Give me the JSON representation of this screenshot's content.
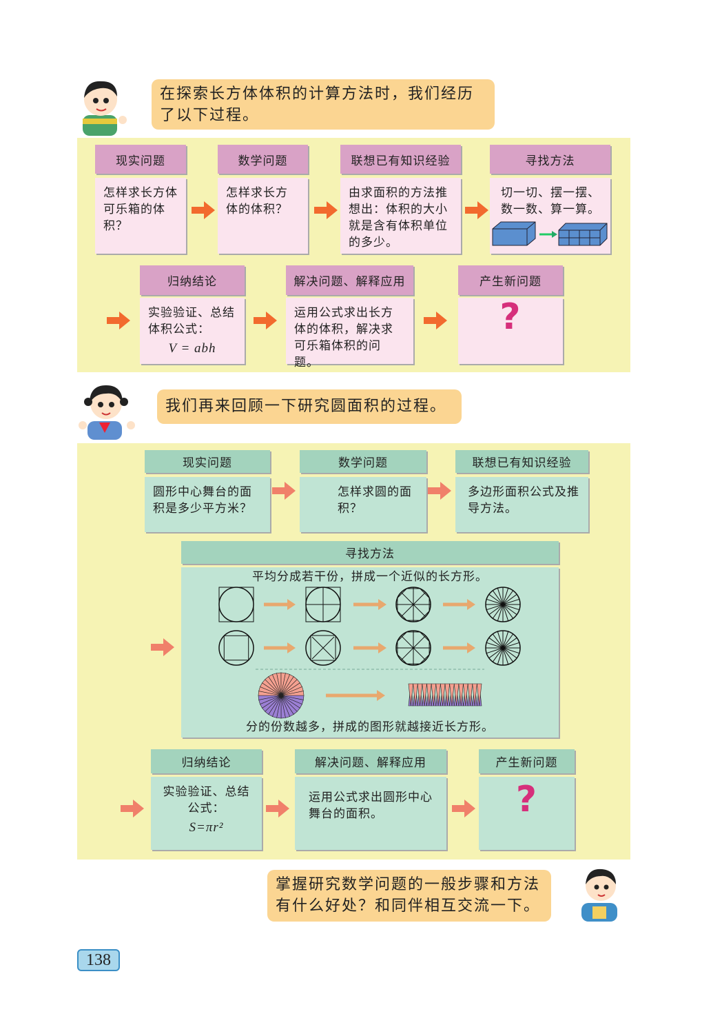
{
  "bubbles": {
    "top": "在探索长方体体积的计算方法时，我们经历了以下过程。",
    "middle": "我们再来回顾一下研究圆面积的过程。",
    "bottom": "掌握研究数学问题的一般步骤和方法有什么好处？和同伴相互交流一下。"
  },
  "cuboid": {
    "steps": [
      {
        "title": "现实问题",
        "body": "怎样求长方体可乐箱的体积？"
      },
      {
        "title": "数学问题",
        "body": "怎样求长方体的体积？"
      },
      {
        "title": "联想已有知识经验",
        "body": "由求面积的方法推想出：体积的大小就是含有体积单位的多少。"
      },
      {
        "title": "寻找方法",
        "body": "切一切、摆一摆、数一数、算一算。"
      },
      {
        "title": "归纳结论",
        "body": "实验验证、总结体积公式：",
        "formula": "V = abh"
      },
      {
        "title": "解决问题、解释应用",
        "body": "运用公式求出长方体的体积，解决求可乐箱体积的问题。"
      },
      {
        "title": "产生新问题",
        "body": "?"
      }
    ]
  },
  "circle": {
    "steps": [
      {
        "title": "现实问题",
        "body": "圆形中心舞台的面积是多少平方米？"
      },
      {
        "title": "数学问题",
        "body": "怎样求圆的面积？"
      },
      {
        "title": "联想已有知识经验",
        "body": "多边形面积公式及推导方法。"
      },
      {
        "title": "寻找方法",
        "top": "平均分成若干份，拼成一个近似的长方形。",
        "bottom": "分的份数越多，拼成的图形就越接近长方形。"
      },
      {
        "title": "归纳结论",
        "body": "实验验证、总结公式：",
        "formula": "S=πr²"
      },
      {
        "title": "解决问题、解释应用",
        "body": "运用公式求出圆形中心舞台的面积。"
      },
      {
        "title": "产生新问题",
        "body": "?"
      }
    ]
  },
  "page_number": "138",
  "colors": {
    "panel": "#f6f3b4",
    "pink_header": "#d9a2c6",
    "green_header": "#a3d3bd",
    "arrow": "#f26a2e",
    "question": "#d62f7b"
  }
}
